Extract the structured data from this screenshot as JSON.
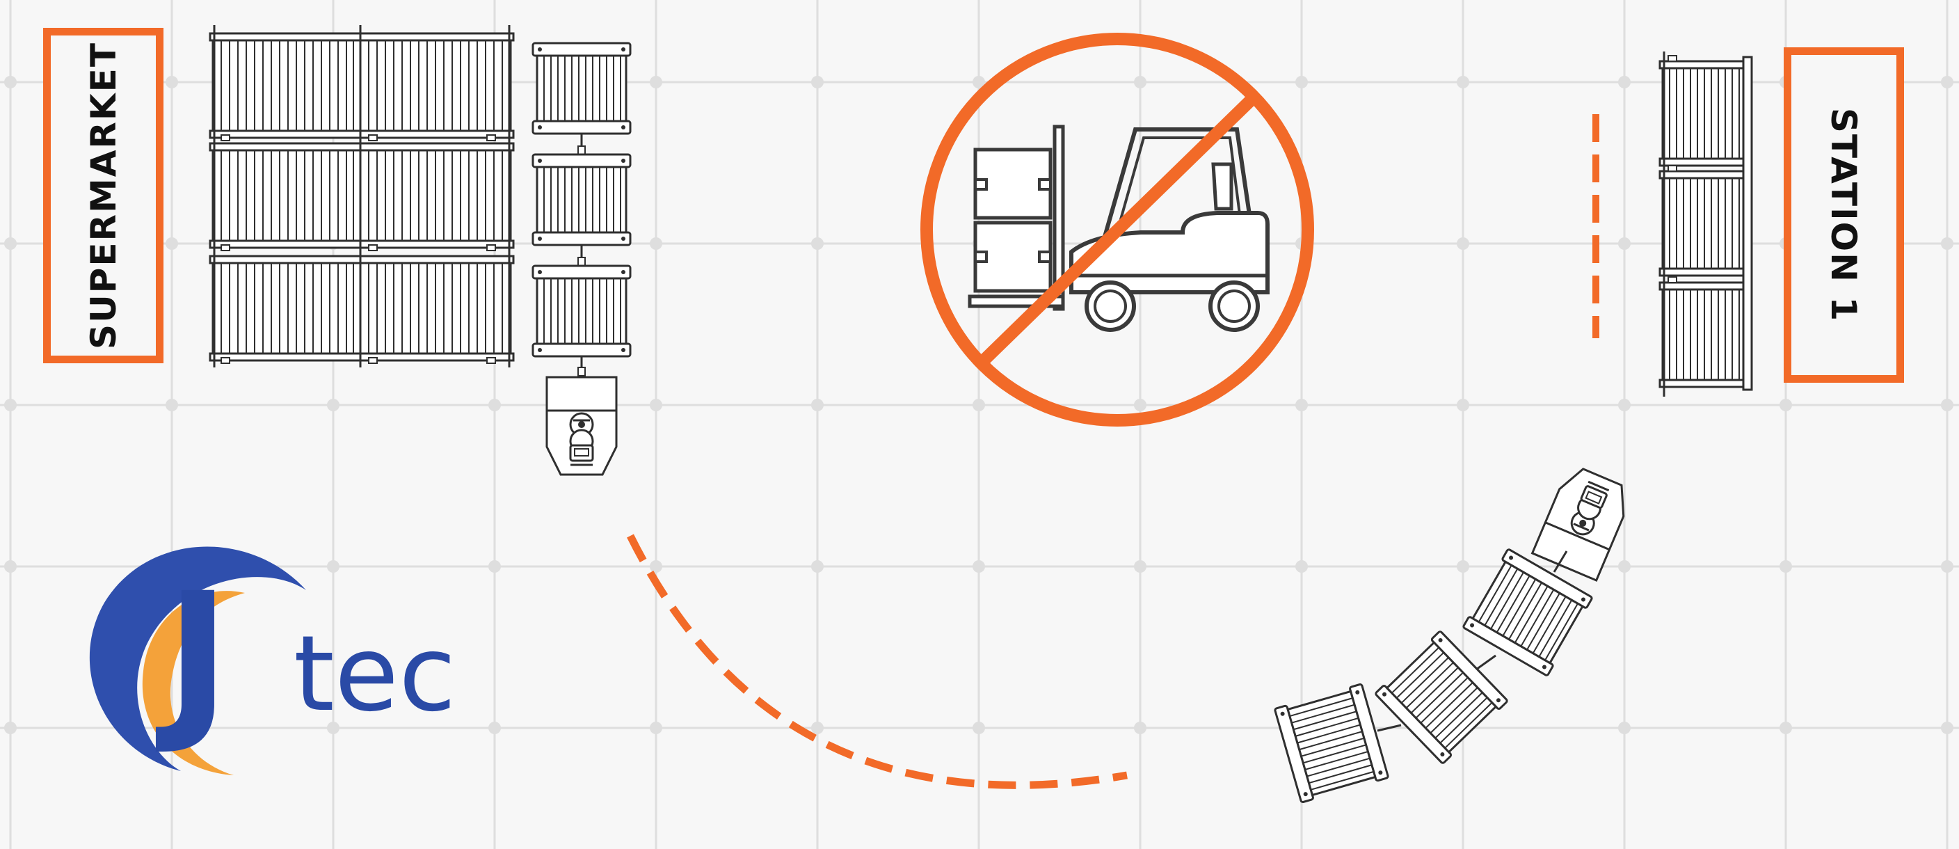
{
  "labels": {
    "supermarket": "SUPERMARKET",
    "station": "STATION 1"
  },
  "logo": {
    "letter": "J",
    "suffix": "tec"
  },
  "icons": {
    "prohibition": "no-forklift-icon",
    "tugger": "tugger-robot-icon",
    "cart": "cart-icon"
  },
  "colors": {
    "accent": "#f26a28",
    "grid": "#dedede",
    "line": "#2f2f2f",
    "brand_blue": "#2a4aa6",
    "brand_orange": "#f4a23a"
  }
}
